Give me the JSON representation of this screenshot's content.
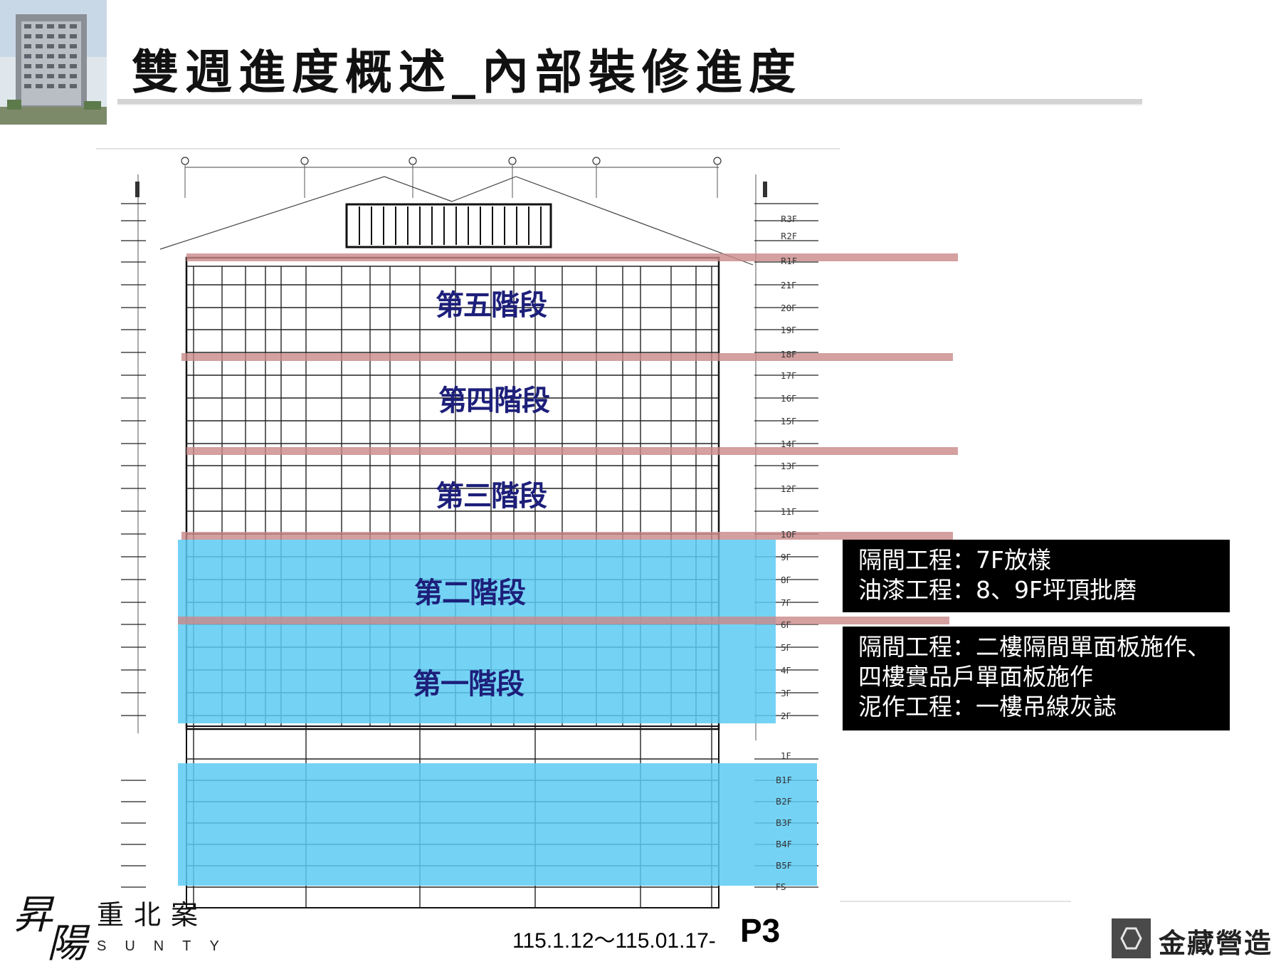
{
  "title": "雙週進度概述_內部裝修進度",
  "stages": [
    {
      "label": "第五階段"
    },
    {
      "label": "第四階段"
    },
    {
      "label": "第三階段"
    },
    {
      "label": "第二階段"
    },
    {
      "label": "第一階段"
    }
  ],
  "floors": [
    "R3F",
    "R2F",
    "R1F",
    "21F",
    "20F",
    "19F",
    "18F",
    "17F",
    "16F",
    "15F",
    "14F",
    "13F",
    "12F",
    "11F",
    "10F",
    "9F",
    "8F",
    "7F",
    "6F",
    "5F",
    "4F",
    "3F",
    "2F",
    "1F",
    "B1F",
    "B2F",
    "B3F",
    "B4F",
    "B5F",
    "FS"
  ],
  "notes": [
    {
      "lines": [
        "隔間工程：7F放樣",
        "油漆工程：8、9F坪頂批磨"
      ]
    },
    {
      "lines": [
        "隔間工程：二樓隔間單面板施作、",
        "四樓實品戶單面板施作",
        "泥作工程：一樓吊線灰誌"
      ]
    }
  ],
  "footer": {
    "brand_cn_big1": "昇",
    "brand_cn_big2": "陽",
    "brand_cn_small": "重北案",
    "brand_en": "SUNTY",
    "date_range": "115.1.12～115.01.17-",
    "page": "P3",
    "company": "金藏營造"
  },
  "colors": {
    "highlight": "#5ccbf3",
    "stage_line": "#c98888",
    "stage_text": "#1d1f7a",
    "note_bg": "#000000"
  }
}
